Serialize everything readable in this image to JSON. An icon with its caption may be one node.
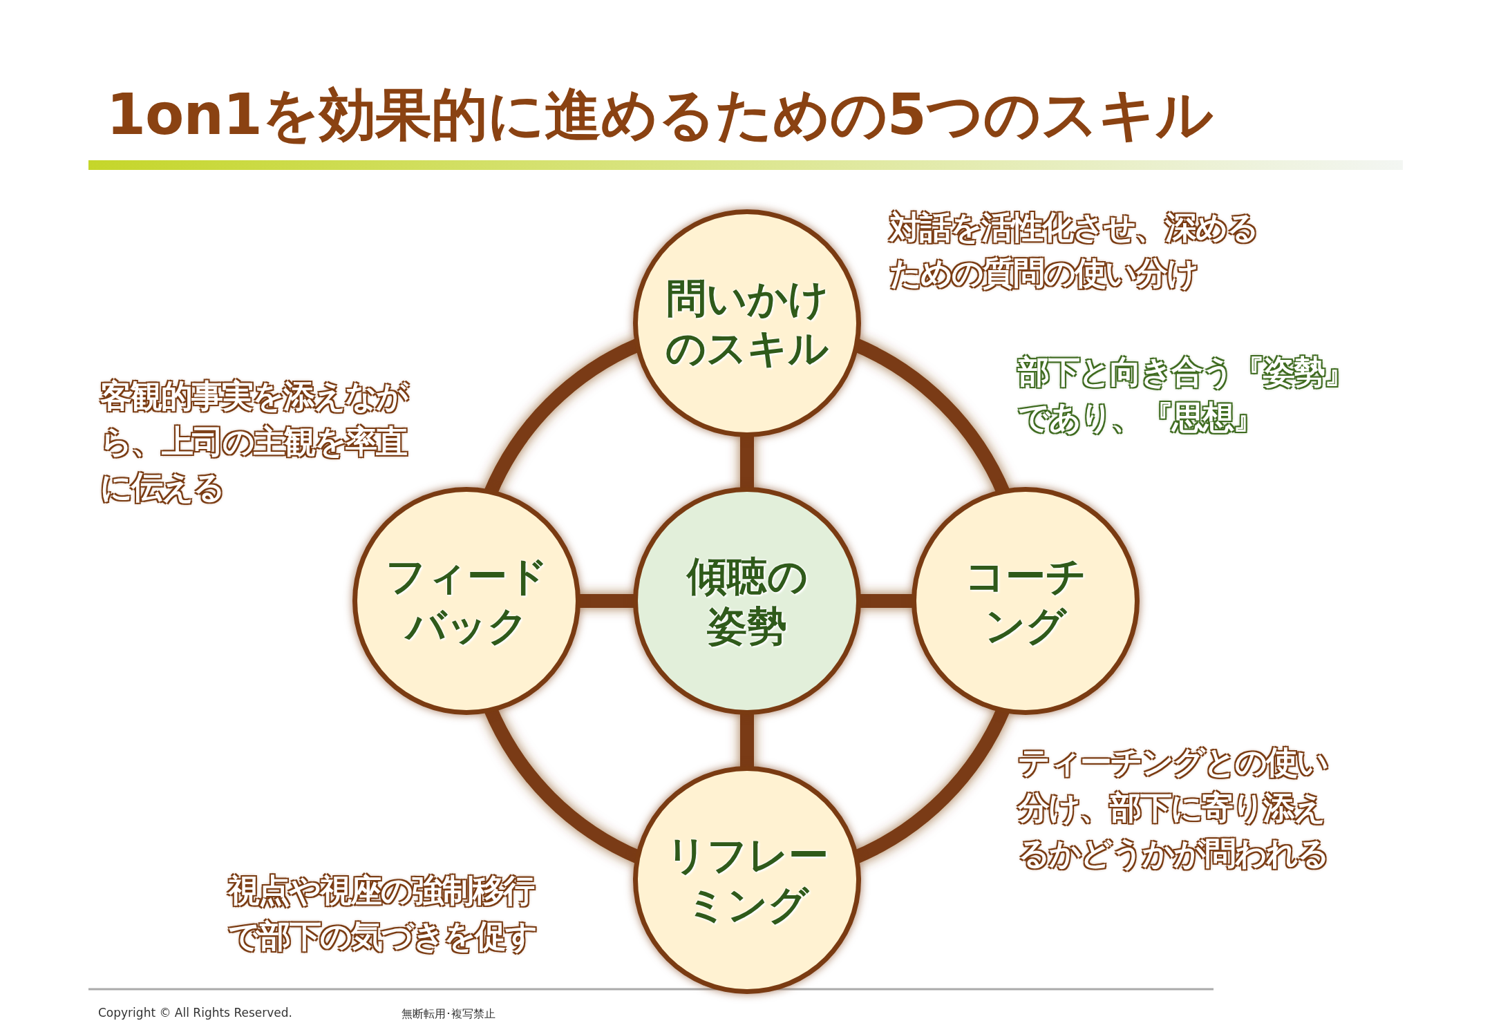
{
  "diagram": {
    "title": "1on1を効果的に進めるための5つのスキル",
    "nodes": [
      {
        "text": [
          "問いかけのスキル"
        ],
        "beside": [
          "対話を活性化させ、深めるための質問の使い分け"
        ]
      },
      {
        "text": [
          "フィードバック"
        ],
        "beside": [
          "客観的事実を添えながら、上司の主観を率直に伝える"
        ]
      },
      {
        "text": [
          "傾聴の姿勢"
        ]
      },
      {
        "text": [
          "コーチング"
        ],
        "beside": [
          "ティーチングとの使い分け、部下に寄り添えるかどうかが問われる"
        ]
      },
      {
        "text": [
          "リフレーミング"
        ],
        "beside": [
          "視点や視座の強制移行で部下の気づきを促す"
        ]
      }
    ],
    "edges": [
      {
        "from": 2,
        "to": 0,
        "arrow": "none"
      },
      {
        "from": 2,
        "to": 1,
        "arrow": "none"
      },
      {
        "from": 2,
        "to": 3,
        "arrow": "none"
      },
      {
        "from": 2,
        "to": 4,
        "arrow": "none"
      },
      {
        "from": 0,
        "to": 3,
        "arrow": "none"
      },
      {
        "from": 3,
        "to": 4,
        "arrow": "none"
      },
      {
        "from": 4,
        "to": 1,
        "arrow": "none"
      },
      {
        "from": 1,
        "to": 0,
        "arrow": "none"
      }
    ],
    "labels": [
      "部下と向き合う『姿勢』であり、『思想』",
      "Copyright © All Rights Reserved.",
      "無断転用･複写禁止"
    ]
  }
}
